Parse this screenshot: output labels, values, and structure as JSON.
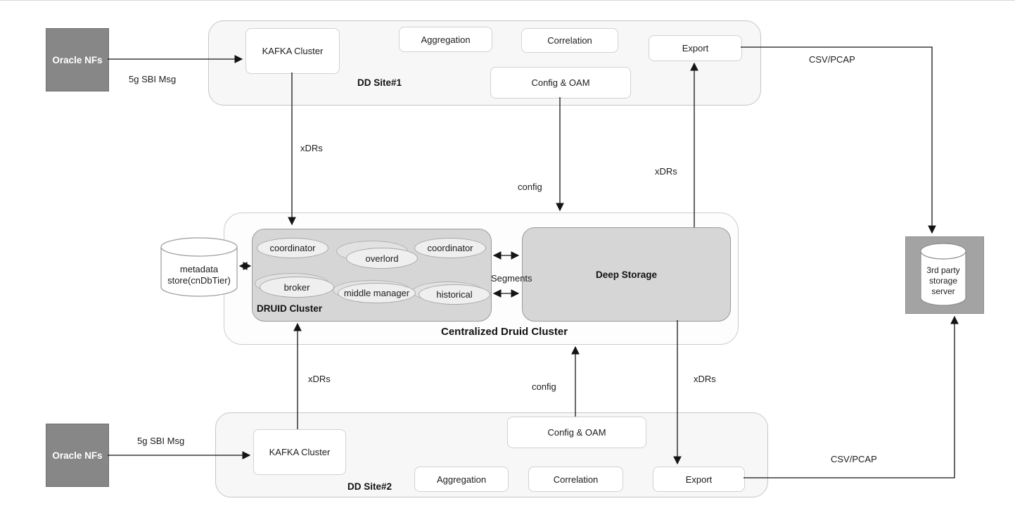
{
  "colors": {
    "source_box_fill": "#878787",
    "site_box_fill": "#f7f7f7",
    "cluster_box_fill": "#d6d6d6",
    "node_ellipse_fill": "#efefef",
    "third_party_fill": "#a3a3a3",
    "wire_color": "#141414"
  },
  "oracle_top": {
    "label": "Oracle NFs"
  },
  "oracle_bottom": {
    "label": "Oracle NFs"
  },
  "site1": {
    "label": "DD Site#1",
    "kafka": "KAFKA Cluster",
    "aggregation": "Aggregation",
    "correlation": "Correlation",
    "export": "Export",
    "config_oam": "Config & OAM"
  },
  "site2": {
    "label": "DD Site#2",
    "kafka": "KAFKA Cluster",
    "aggregation": "Aggregation",
    "correlation": "Correlation",
    "export": "Export",
    "config_oam": "Config & OAM"
  },
  "central": {
    "label": "Centralized Druid Cluster",
    "druid": {
      "label": "DRUID Cluster",
      "nodes": [
        "coordinator",
        "overlord",
        "coordinator",
        "broker",
        "middle manager",
        "historical"
      ]
    },
    "deep_storage": {
      "label": "Deep Storage"
    }
  },
  "metadata_store": {
    "line1": "metadata",
    "line2": "store(cnDbTier)"
  },
  "third_party_storage": {
    "line1": "3rd party",
    "line2": "storage",
    "line3": "server"
  },
  "edges": {
    "sbi_top": "5g SBI Msg",
    "sbi_bottom": "5g SBI Msg",
    "xdrs_site1_ingest": "xDRs",
    "xdrs_site1_export": "xDRs",
    "xdrs_site2_ingest": "xDRs",
    "xdrs_site2_export": "xDRs",
    "config_site1": "config",
    "config_site2": "config",
    "segments": "Segments",
    "csv_pcap_top": "CSV/PCAP",
    "csv_pcap_bottom": "CSV/PCAP"
  }
}
